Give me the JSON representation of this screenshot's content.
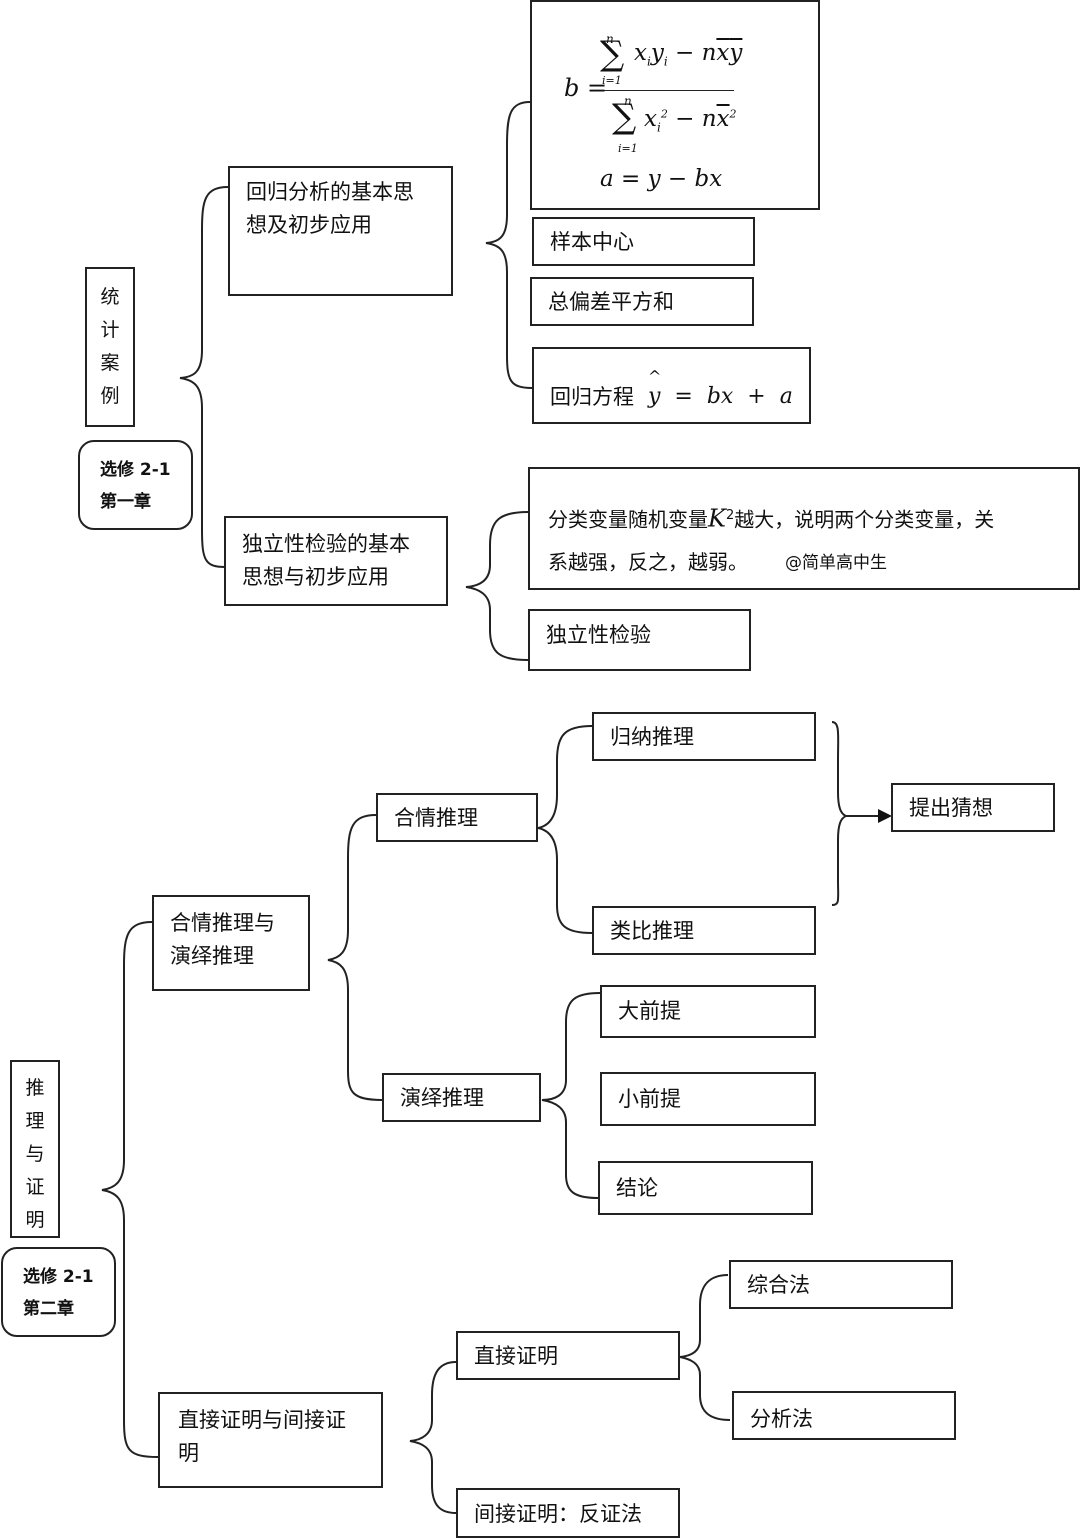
{
  "chapter1": {
    "badge_line1": "选修 2-1",
    "badge_line2": "第一章",
    "topic_chars": [
      "统",
      "计",
      "案",
      "例"
    ],
    "regression": {
      "label": "回归分析的基本思想及初步应用",
      "label_line1": "回归分析的基本思",
      "label_line2": "想及初步应用",
      "formula_b_lhs": "b",
      "formula_a": "a = y − bx",
      "sample_center": "样本中心",
      "total_sq": "总偏差平方和",
      "equation_label": "回归方程",
      "equation_math": "y  =  bx  +  a",
      "hat": "^"
    },
    "independence": {
      "label_line1": "独立性检验的基本",
      "label_line2": "思想与初步应用",
      "desc_line1_a": "分类变量随机变量",
      "desc_k": "K",
      "desc_sup": "2",
      "desc_line1_b": "越大，说明两个分类变量，关",
      "desc_line2": "系越强，反之，越弱。",
      "watermark": "@简单高中生",
      "test": "独立性检验"
    }
  },
  "chapter2": {
    "badge_line1": "选修 2-1",
    "badge_line2": "第二章",
    "topic_chars": [
      "推",
      "理",
      "与",
      "证",
      "明"
    ],
    "reasoning": {
      "label_line1": "合情推理与",
      "label_line2": "演绎推理",
      "plausible": "合情推理",
      "induction": "归纳推理",
      "analogy": "类比推理",
      "conjecture": "提出猜想",
      "deductive": "演绎推理",
      "major": "大前提",
      "minor": "小前提",
      "conclusion": "结论"
    },
    "proof": {
      "label_line1": "直接证明与间接证",
      "label_line2": "明",
      "direct": "直接证明",
      "synthetic": "综合法",
      "analytic": "分析法",
      "indirect": "间接证明：反证法"
    }
  }
}
